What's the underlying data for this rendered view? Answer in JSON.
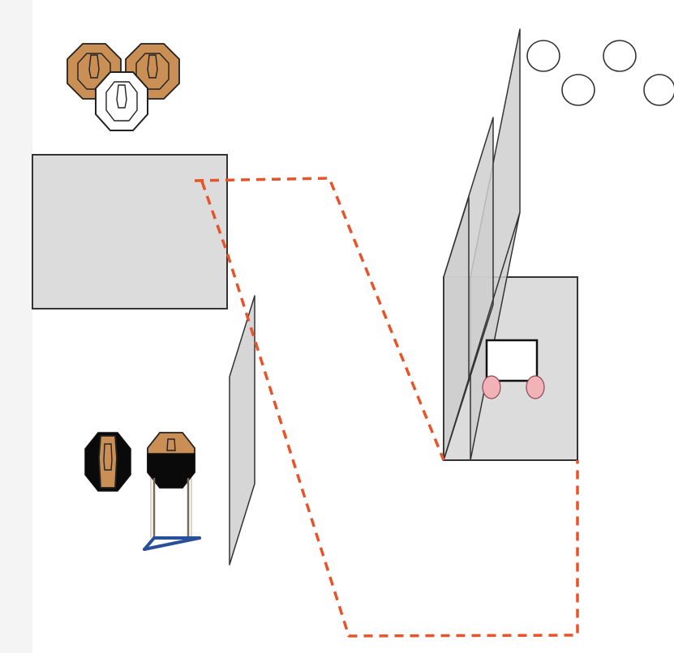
{
  "diagram": {
    "kind": "shooting-stage-layout",
    "colors": {
      "background": "#ffffff",
      "margin_strip": "#f4f4f4",
      "panel_fill": "#dcdcdc",
      "barrier_fill": "#cfcfcf",
      "outline": "#333333",
      "fault_line": "#e8542a",
      "target_tan": "#c98f55",
      "target_black": "#0a0a0a",
      "target_white": "#ffffff",
      "stand_frame": "#7a6a5a",
      "stand_base": "#2a4f9a",
      "hand": "#f2b3b8"
    },
    "elements": {
      "paper_targets_top": {
        "count": 3,
        "icon": "uspsa-target-icon"
      },
      "steel_plates": {
        "count": 4,
        "icon": "circle-plate-icon"
      },
      "shooting_area_left": {
        "icon": "shooting-box"
      },
      "shooting_area_right": {
        "icon": "shooting-box"
      },
      "angled_wall_left": {
        "icon": "barrier-wall"
      },
      "port_walls_right": {
        "count": 3,
        "icon": "barrier-wall"
      },
      "start_table": {
        "icon": "table-with-hands-icon"
      },
      "fault_line": {
        "style": "dashed",
        "icon": "fault-line"
      },
      "hard_cover_targets": {
        "count": 2,
        "icon": "partial-target-icon"
      }
    }
  }
}
